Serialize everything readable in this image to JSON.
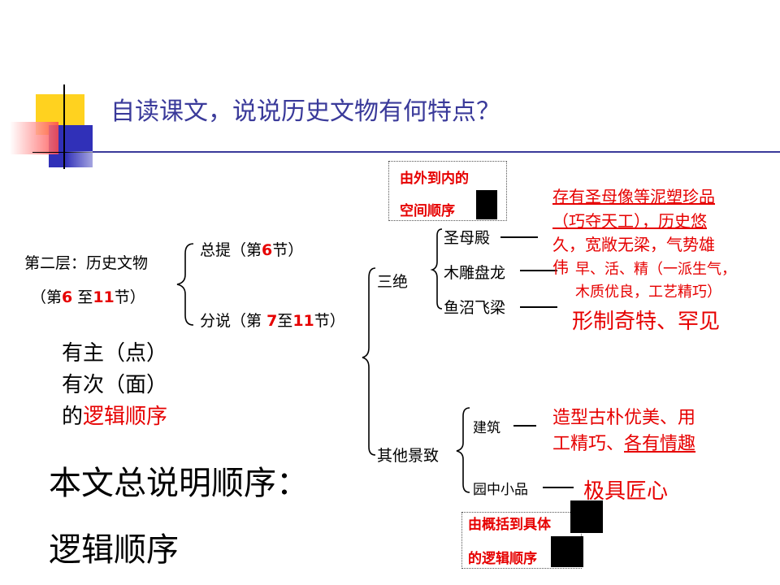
{
  "slide": {
    "title": "自读课文，说说历史文物有何特点？",
    "layer": {
      "label": "第二层：历史文物",
      "range_pre": "（第",
      "range_a": "6",
      "range_mid": "至",
      "range_b": "11",
      "range_post": "节）"
    },
    "zongti": {
      "pre": "总提（第",
      "num": "6",
      "post": "节）"
    },
    "fenshuo": {
      "pre": "分说（第",
      "num_a": "7",
      "mid": "至",
      "num_b": "11",
      "post": "节）"
    },
    "order_note": {
      "line1": "有主（点）",
      "line2": "有次（面）",
      "line3_pre": "的",
      "line3_red": "逻辑顺序"
    },
    "summary": {
      "line1": "本文总说明顺序：",
      "line2": "逻辑顺序"
    },
    "sanjue": {
      "label": "三绝",
      "items": [
        {
          "name": "圣母殿"
        },
        {
          "name": "木雕盘龙"
        },
        {
          "name": "鱼沼飞梁"
        }
      ],
      "desc1": {
        "line1": "存有圣母像等泥塑珍品",
        "line2": "（巧夺天工），历史悠",
        "line3": "久，宽敞无梁，气势雄",
        "line4": "伟"
      },
      "desc2": {
        "line1": "早、活、精（一派生气，",
        "line2": "木质优良，工艺精巧）"
      },
      "desc3": "形制奇特、罕见"
    },
    "qita": {
      "label": "其他景致",
      "items": [
        {
          "name": "建筑"
        },
        {
          "name": "园中小品"
        }
      ],
      "desc1": {
        "line1": "造型古朴优美、用",
        "line2_pre": "工精巧、",
        "line2_ul": "各有情趣"
      },
      "desc2": "极具匠心"
    },
    "note_spatial": {
      "line1": "由外到内的",
      "line2": "空间顺序"
    },
    "note_logical": {
      "line1": "由概括到具体",
      "line2": "的逻辑顺序"
    }
  }
}
